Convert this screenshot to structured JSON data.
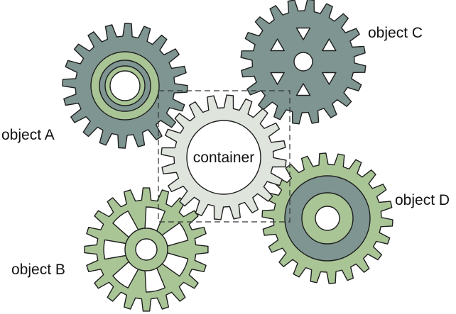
{
  "labels": {
    "object_a": "object A",
    "object_b": "object B",
    "object_c": "object C",
    "object_d": "object D",
    "container": "container"
  },
  "colors": {
    "gray_gear": "#7e9591",
    "gray_ring": "#91a09c",
    "green_gear": "#a9c596",
    "green_ring": "#b3cda1",
    "container_gear": "#dfe4dd",
    "outline": "#1e1e1e",
    "hole": "#ffffff",
    "dashed_box": "#333333"
  },
  "icons": {
    "object_a": "gear-with-rings-icon",
    "object_b": "spoked-gear-icon",
    "object_c": "gear-with-holes-icon",
    "object_d": "gear-with-rings-icon",
    "container": "large-hollow-gear-icon"
  }
}
